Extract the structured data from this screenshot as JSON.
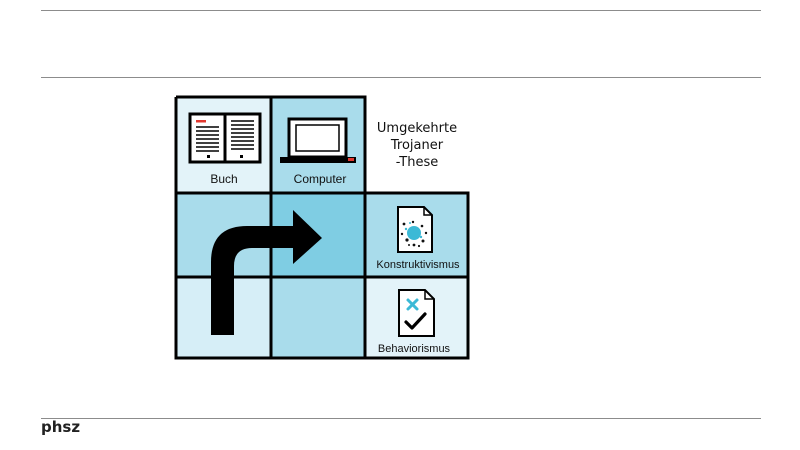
{
  "diagram": {
    "title_lines": [
      "Umgekehrte",
      "Trojaner",
      "-These"
    ],
    "cells": {
      "book": {
        "label": "Buch"
      },
      "computer": {
        "label": "Computer"
      },
      "constructivism": {
        "label": "Konstruktivismus"
      },
      "behaviorism": {
        "label": "Behaviorismus"
      }
    },
    "colors": {
      "light_cell": "#d6eef7",
      "mid_cell": "#a9dceb",
      "dark_cell": "#7fcde3",
      "accent_red": "#e2382f",
      "accent_cyan": "#3bb9d6",
      "border": "#000000"
    }
  },
  "footer": {
    "brand": "phsz"
  }
}
